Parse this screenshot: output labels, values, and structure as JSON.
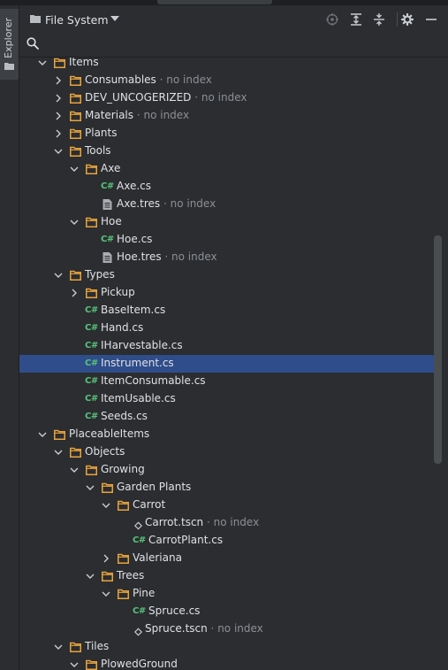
{
  "header": {
    "title": "File System",
    "icons": [
      "folder-icon",
      "chevron-down-icon",
      "locate-icon",
      "expand-all-icon",
      "collapse-all-icon",
      "gear-icon",
      "minimize-icon"
    ]
  },
  "sidebar": {
    "tab_label": "Explorer"
  },
  "colors": {
    "background": "#2b2d30",
    "selection": "#2f4d8a",
    "folder": "#e8a33b",
    "csharp": "#57c27a",
    "dim_text": "#8c8f94"
  },
  "tree": [
    {
      "name": "Items",
      "depth": 1,
      "type": "folder",
      "state": "open",
      "note": ""
    },
    {
      "name": "Consumables",
      "depth": 2,
      "type": "folder",
      "state": "closed",
      "note": "no index"
    },
    {
      "name": "DEV_UNCOGERIZED",
      "depth": 2,
      "type": "folder",
      "state": "closed",
      "note": "no index"
    },
    {
      "name": "Materials",
      "depth": 2,
      "type": "folder",
      "state": "closed",
      "note": "no index"
    },
    {
      "name": "Plants",
      "depth": 2,
      "type": "folder",
      "state": "closed",
      "note": ""
    },
    {
      "name": "Tools",
      "depth": 2,
      "type": "folder",
      "state": "open",
      "note": ""
    },
    {
      "name": "Axe",
      "depth": 3,
      "type": "folder",
      "state": "open",
      "note": ""
    },
    {
      "name": "Axe.cs",
      "depth": 4,
      "type": "cs",
      "note": ""
    },
    {
      "name": "Axe.tres",
      "depth": 4,
      "type": "tres",
      "note": "no index"
    },
    {
      "name": "Hoe",
      "depth": 3,
      "type": "folder",
      "state": "open",
      "note": ""
    },
    {
      "name": "Hoe.cs",
      "depth": 4,
      "type": "cs",
      "note": ""
    },
    {
      "name": "Hoe.tres",
      "depth": 4,
      "type": "tres",
      "note": "no index"
    },
    {
      "name": "Types",
      "depth": 2,
      "type": "folder",
      "state": "open",
      "note": ""
    },
    {
      "name": "Pickup",
      "depth": 3,
      "type": "folder",
      "state": "closed",
      "note": ""
    },
    {
      "name": "BaseItem.cs",
      "depth": 3,
      "type": "cs",
      "note": ""
    },
    {
      "name": "Hand.cs",
      "depth": 3,
      "type": "cs",
      "note": ""
    },
    {
      "name": "IHarvestable.cs",
      "depth": 3,
      "type": "cs",
      "note": ""
    },
    {
      "name": "Instrument.cs",
      "depth": 3,
      "type": "cs",
      "note": "",
      "selected": true
    },
    {
      "name": "ItemConsumable.cs",
      "depth": 3,
      "type": "cs",
      "note": ""
    },
    {
      "name": "ItemUsable.cs",
      "depth": 3,
      "type": "cs",
      "note": ""
    },
    {
      "name": "Seeds.cs",
      "depth": 3,
      "type": "cs",
      "note": ""
    },
    {
      "name": "PlaceableItems",
      "depth": 1,
      "type": "folder",
      "state": "open",
      "note": ""
    },
    {
      "name": "Objects",
      "depth": 2,
      "type": "folder",
      "state": "open",
      "note": ""
    },
    {
      "name": "Growing",
      "depth": 3,
      "type": "folder",
      "state": "open",
      "note": ""
    },
    {
      "name": "Garden Plants",
      "depth": 4,
      "type": "folder",
      "state": "open",
      "note": ""
    },
    {
      "name": "Carrot",
      "depth": 5,
      "type": "folder",
      "state": "open",
      "note": ""
    },
    {
      "name": "Carrot.tscn",
      "depth": 6,
      "type": "tscn",
      "note": "no index"
    },
    {
      "name": "CarrotPlant.cs",
      "depth": 6,
      "type": "cs",
      "note": ""
    },
    {
      "name": "Valeriana",
      "depth": 5,
      "type": "folder",
      "state": "closed",
      "note": ""
    },
    {
      "name": "Trees",
      "depth": 4,
      "type": "folder",
      "state": "open",
      "note": ""
    },
    {
      "name": "Pine",
      "depth": 5,
      "type": "folder",
      "state": "open",
      "note": ""
    },
    {
      "name": "Spruce.cs",
      "depth": 6,
      "type": "cs",
      "note": ""
    },
    {
      "name": "Spruce.tscn",
      "depth": 6,
      "type": "tscn",
      "note": "no index"
    },
    {
      "name": "Tiles",
      "depth": 2,
      "type": "folder",
      "state": "open",
      "note": ""
    },
    {
      "name": "PlowedGround",
      "depth": 3,
      "type": "folder",
      "state": "open",
      "note": ""
    }
  ]
}
